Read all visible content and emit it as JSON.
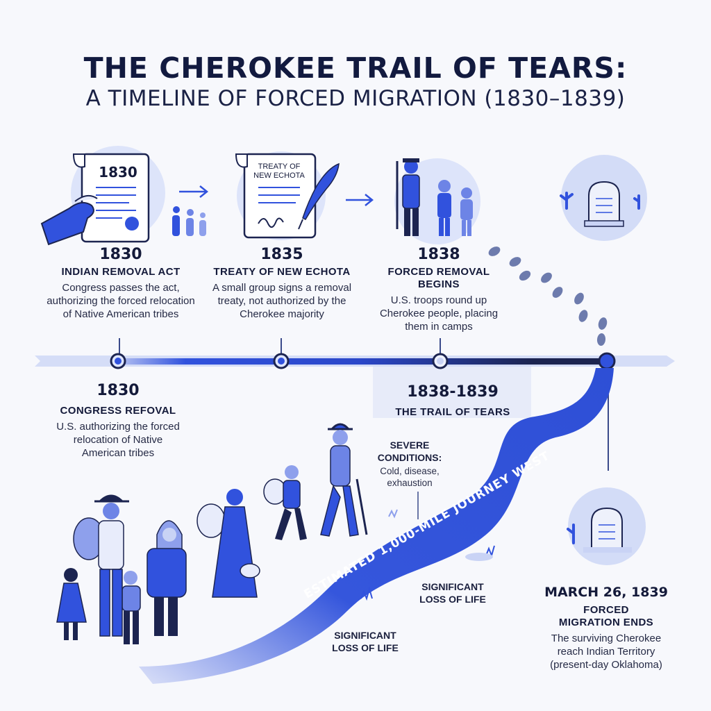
{
  "title": {
    "line1": "THE CHEROKEE TRAIL OF TEARS:",
    "line2": "A TIMELINE OF FORCED MIGRATION (1830–1839)"
  },
  "events_top": [
    {
      "year": "1830",
      "heading": "INDIAN REMOVAL ACT",
      "description": "Congress passes the act, authorizing the forced relocation of Native American tribes"
    },
    {
      "year": "1835",
      "heading": "TREATY OF NEW ECHOTA",
      "description": "A small group signs a removal treaty, not authorized by the Cherokee majority"
    },
    {
      "year": "1838",
      "heading": "FORCED REMOVAL BEGINS",
      "description": "U.S. troops round up Cherokee people, placing them in camps"
    }
  ],
  "events_bottom": [
    {
      "year": "1830",
      "heading": "CONGRESS REFOVAL",
      "description": "U.S. authorizing the forced relocation of Native American tribes"
    },
    {
      "year": "1838-1839",
      "heading": "THE TRAIL OF TEARS"
    },
    {
      "year": "MARCH 26, 1839",
      "heading": "FORCED MIGRATION ENDS",
      "description": "The surviving Cherokee reach Indian Territory (present-day Oklahoma)"
    }
  ],
  "icon_labels": {
    "scroll_year": "1830",
    "treaty_line1": "TREATY OF",
    "treaty_line2": "NEW ECHOTA"
  },
  "notes": {
    "severe_heading": "SEVERE CONDITIONS:",
    "severe_detail": "Cold, disease, exhaustion",
    "loss1": "SIGNIFICANT LOSS OF LIFE",
    "loss2": "SIGNIFICANT LOSS OF LIFE"
  },
  "path_label": "ESTIMATED 1,000-MILE JOURNEY WEST",
  "colors": {
    "accent": "#3554d8",
    "accent_light": "#c9d3f5",
    "dark": "#1c2450",
    "text": "#141a3a"
  }
}
